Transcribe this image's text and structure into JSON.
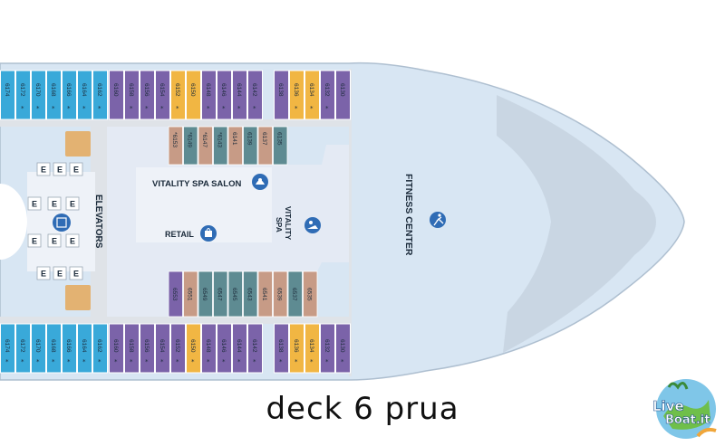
{
  "colors": {
    "hull": "#d8e6f3",
    "hull_stroke": "#aebfd0",
    "corridor": "#dfe3e8",
    "public": "#e4eaf4",
    "blue_cabin": "#39a9d9",
    "purple_cabin": "#7b63a9",
    "yellow_cabin": "#f1b643",
    "tan_cabin": "#c79b86",
    "teal_cabin": "#5e8b92",
    "icon": "#2f6cb5"
  },
  "labels": {
    "elevators": "ELEVATORS",
    "vitality_spa_salon": "VITALITY SPA SALON",
    "retail": "RETAIL",
    "vitality_spa_line1": "VITALITY",
    "vitality_spa_line2": "SPA",
    "fitness_center": "FITNESS CENTER",
    "caption": "deck 6 prua",
    "logo_line1": "Live",
    "logo_line2": "Boat.it"
  },
  "elevator_marks": [
    "E",
    "E",
    "E",
    "E",
    "E",
    "E",
    "E",
    "E",
    "E",
    "E",
    "E",
    "E"
  ],
  "cabins": {
    "top_row": [
      {
        "num": "6174",
        "color": "blue",
        "star": false
      },
      {
        "num": "6172",
        "color": "blue",
        "star": true
      },
      {
        "num": "6170",
        "color": "blue",
        "star": true
      },
      {
        "num": "6168",
        "color": "blue",
        "star": true
      },
      {
        "num": "6166",
        "color": "blue",
        "star": true
      },
      {
        "num": "6164",
        "color": "blue",
        "star": true
      },
      {
        "num": "6162",
        "color": "blue",
        "star": true
      },
      {
        "num": "6160",
        "color": "purple",
        "star": false
      },
      {
        "num": "6158",
        "color": "purple",
        "star": true
      },
      {
        "num": "6156",
        "color": "purple",
        "star": true
      },
      {
        "num": "6154",
        "color": "purple",
        "star": true
      },
      {
        "num": "6152",
        "color": "yellow",
        "star": true
      },
      {
        "num": "6150",
        "color": "yellow",
        "star": false
      },
      {
        "num": "6148",
        "color": "purple",
        "star": true
      },
      {
        "num": "6146",
        "color": "purple",
        "star": true
      },
      {
        "num": "6144",
        "color": "purple",
        "star": true
      },
      {
        "num": "6142",
        "color": "purple",
        "star": true
      },
      {
        "num": "6138",
        "color": "purple",
        "star": false
      },
      {
        "num": "6136",
        "color": "yellow",
        "star": true
      },
      {
        "num": "6134",
        "color": "yellow",
        "star": true
      },
      {
        "num": "6132",
        "color": "purple",
        "star": true
      },
      {
        "num": "6130",
        "color": "purple",
        "star": false
      }
    ],
    "bottom_row": [
      {
        "num": "6174",
        "color": "blue",
        "star": true
      },
      {
        "num": "6172",
        "color": "blue",
        "star": true
      },
      {
        "num": "6170",
        "color": "blue",
        "star": true
      },
      {
        "num": "6168",
        "color": "blue",
        "star": true
      },
      {
        "num": "6166",
        "color": "blue",
        "star": true
      },
      {
        "num": "6164",
        "color": "blue",
        "star": true
      },
      {
        "num": "6162",
        "color": "blue",
        "star": true
      },
      {
        "num": "6160",
        "color": "purple",
        "star": true
      },
      {
        "num": "6158",
        "color": "purple",
        "star": true
      },
      {
        "num": "6156",
        "color": "purple",
        "star": true
      },
      {
        "num": "6154",
        "color": "purple",
        "star": true
      },
      {
        "num": "6152",
        "color": "purple",
        "star": true
      },
      {
        "num": "6150",
        "color": "yellow",
        "star": true
      },
      {
        "num": "6148",
        "color": "purple",
        "star": true
      },
      {
        "num": "6146",
        "color": "purple",
        "star": true
      },
      {
        "num": "6144",
        "color": "purple",
        "star": true
      },
      {
        "num": "6142",
        "color": "purple",
        "star": true
      },
      {
        "num": "6138",
        "color": "purple",
        "star": true
      },
      {
        "num": "6136",
        "color": "yellow",
        "star": true
      },
      {
        "num": "6134",
        "color": "yellow",
        "star": true
      },
      {
        "num": "6132",
        "color": "purple",
        "star": true
      },
      {
        "num": "6130",
        "color": "purple",
        "star": true
      }
    ],
    "inner_top": [
      {
        "num": "*6153",
        "color": "tan"
      },
      {
        "num": "*6149",
        "color": "teal"
      },
      {
        "num": "*6147",
        "color": "tan"
      },
      {
        "num": "*6143",
        "color": "teal"
      },
      {
        "num": "6141",
        "color": "tan"
      },
      {
        "num": "6139",
        "color": "teal"
      },
      {
        "num": "6137",
        "color": "tan"
      },
      {
        "num": "6135",
        "color": "teal"
      }
    ],
    "inner_bottom": [
      {
        "num": "6553",
        "color": "purple"
      },
      {
        "num": "6551",
        "color": "tan"
      },
      {
        "num": "6549",
        "color": "teal"
      },
      {
        "num": "6547",
        "color": "teal"
      },
      {
        "num": "6545",
        "color": "teal"
      },
      {
        "num": "6543",
        "color": "teal"
      },
      {
        "num": "6541",
        "color": "tan"
      },
      {
        "num": "6539",
        "color": "tan"
      },
      {
        "num": "6537",
        "color": "teal"
      },
      {
        "num": "6535",
        "color": "tan"
      }
    ]
  }
}
